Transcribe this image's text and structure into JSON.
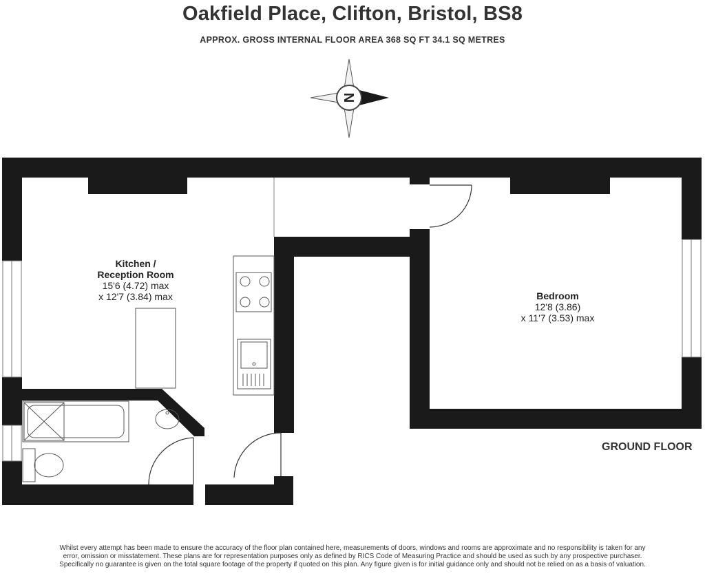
{
  "header": {
    "title": "Oakfield Place, Clifton, Bristol, BS8",
    "subtitle": "APPROX. GROSS INTERNAL FLOOR AREA 368 SQ FT 34.1 SQ METRES"
  },
  "compass": {
    "letter": "N"
  },
  "rooms": {
    "kitchen": {
      "name_line1": "Kitchen /",
      "name_line2": "Reception Room",
      "dim_line1": "15'6 (4.72) max",
      "dim_line2": "x 12'7 (3.84) max"
    },
    "bedroom": {
      "name": "Bedroom",
      "dim_line1": "12'8 (3.86)",
      "dim_line2": "x 11'7 (3.53) max"
    }
  },
  "floor_label": "GROUND FLOOR",
  "disclaimer": {
    "line1": "Whilst every attempt has been made to ensure the accuracy of the floor plan contained here, measurements of doors, windows and rooms are approximate and no responsibility is taken for any",
    "line2": "error, omission or misstatement. These plans are for representation purposes only as defined by RICS Code of Measuring Practice and should be used as such by any prospective purchaser.",
    "line3": "Specifically no guarantee is given on the total square footage of the property if quoted on this plan. Any figure given is for initial guidance only and should not be relied on as a basis of valuation."
  },
  "colors": {
    "wall": "#1a1a1a",
    "fixture_line": "#555555",
    "compass_fill": "#f2f2f2"
  }
}
